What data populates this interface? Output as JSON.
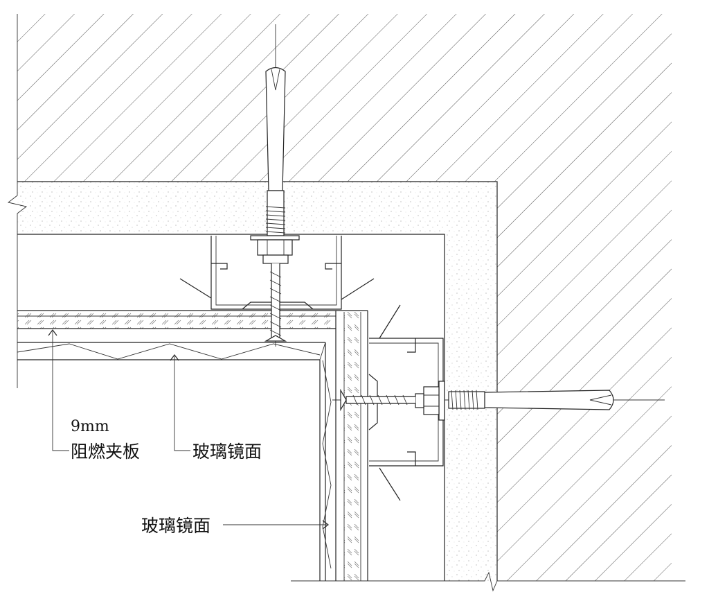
{
  "labels": {
    "thickness": "9mm",
    "board": "阻燃夹板",
    "glass_top": "玻璃镜面",
    "glass_side": "玻璃镜面"
  },
  "colors": {
    "line": "#222222",
    "hatch": "#444444",
    "fill_white": "#ffffff"
  }
}
